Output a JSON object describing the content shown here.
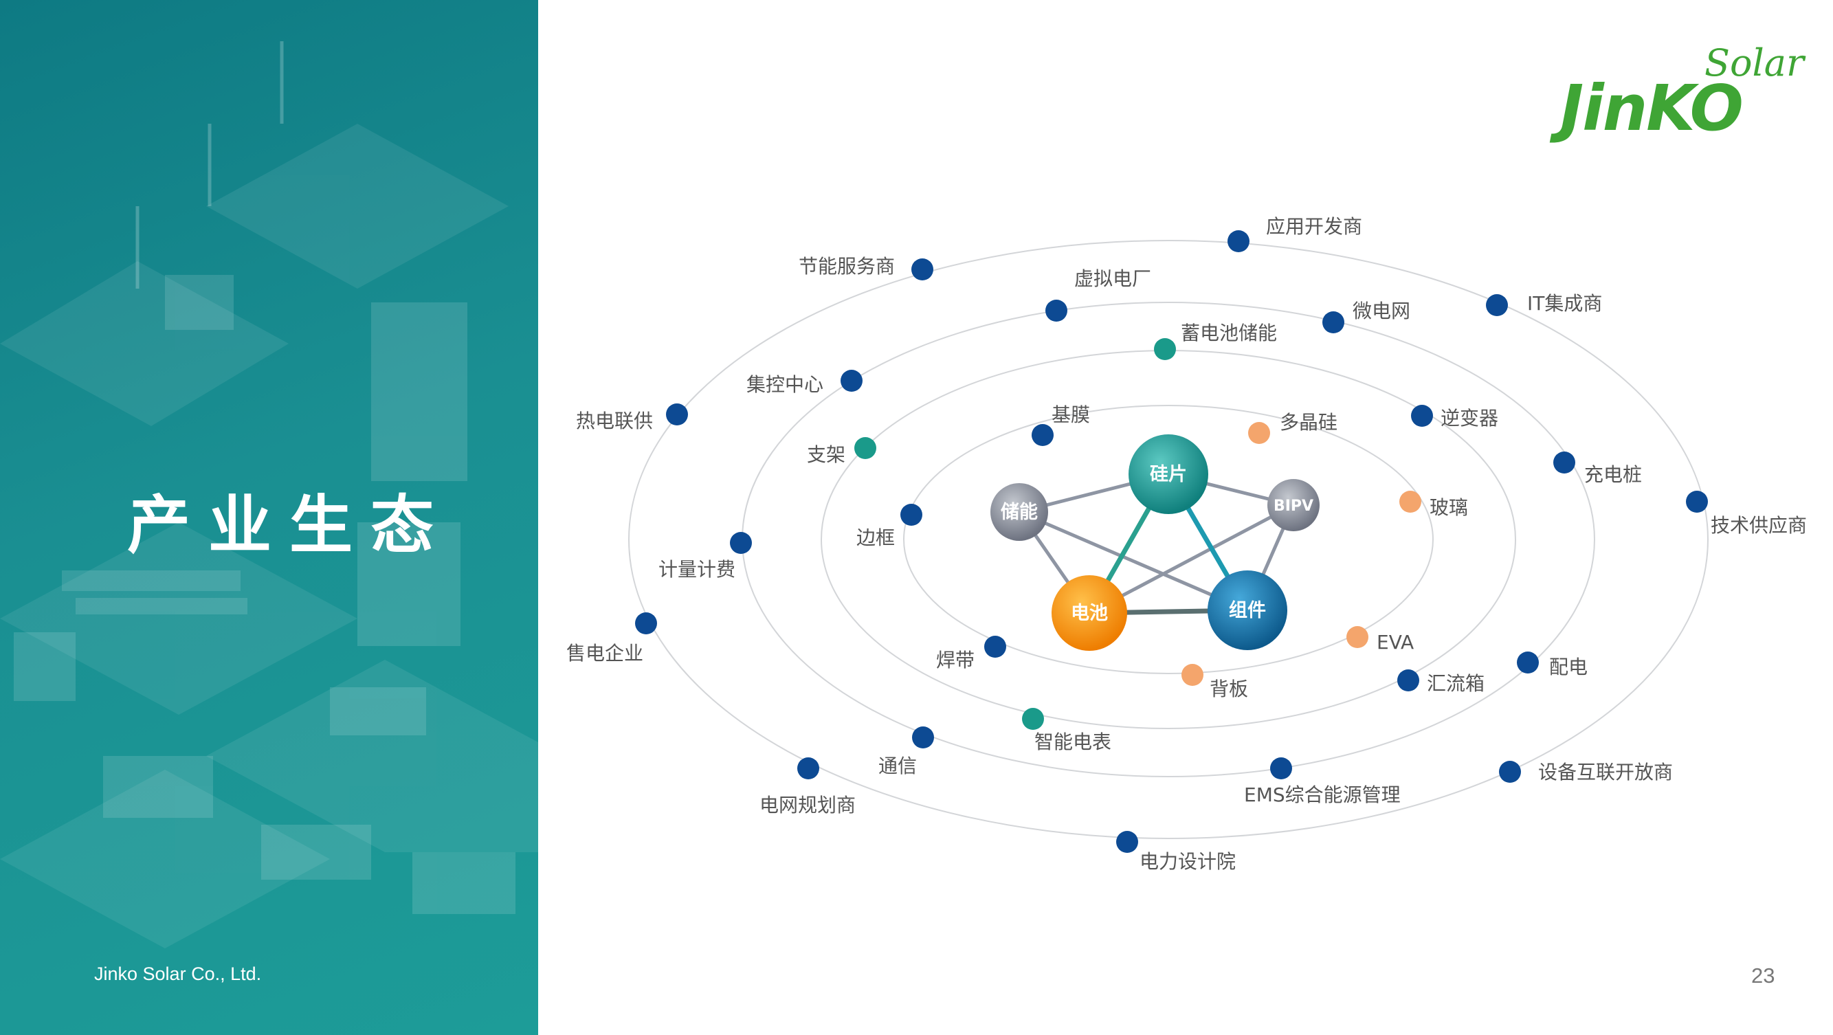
{
  "title": "产业生态",
  "company": "Jinko Solar Co., Ltd.",
  "page_number": "23",
  "logo": {
    "word": "JinKO",
    "script": "Solar"
  },
  "colors": {
    "panel": "#148685",
    "dark_node": "#0d4a93",
    "teal_node": "#1a9a8a",
    "orange_node": "#f4a56c",
    "logo_green": "#3fa535"
  },
  "core": {
    "nodes": [
      {
        "id": "silicon",
        "label": "硅片",
        "color": "#1f9d9a"
      },
      {
        "id": "storage",
        "label": "储能",
        "color": "#8a8f99"
      },
      {
        "id": "bipv",
        "label": "BIPV",
        "color": "#8a8f99"
      },
      {
        "id": "battery",
        "label": "电池",
        "color": "#f5920a"
      },
      {
        "id": "module",
        "label": "组件",
        "color": "#1572a6"
      }
    ]
  },
  "rings": {
    "ring1": [
      {
        "label": "基膜",
        "type": "dark"
      },
      {
        "label": "多晶硅",
        "type": "orange"
      },
      {
        "label": "玻璃",
        "type": "orange"
      },
      {
        "label": "EVA",
        "type": "orange"
      },
      {
        "label": "背板",
        "type": "orange"
      },
      {
        "label": "焊带",
        "type": "dark"
      },
      {
        "label": "边框",
        "type": "dark"
      }
    ],
    "ring2": [
      {
        "label": "蓄电池储能",
        "type": "teal"
      },
      {
        "label": "逆变器",
        "type": "dark"
      },
      {
        "label": "汇流箱",
        "type": "dark"
      },
      {
        "label": "智能电表",
        "type": "teal"
      },
      {
        "label": "支架",
        "type": "teal"
      }
    ],
    "ring3": [
      {
        "label": "虚拟电厂",
        "type": "dark"
      },
      {
        "label": "微电网",
        "type": "dark"
      },
      {
        "label": "充电桩",
        "type": "dark"
      },
      {
        "label": "配电",
        "type": "dark"
      },
      {
        "label": "EMS综合能源管理",
        "type": "dark"
      },
      {
        "label": "通信",
        "type": "dark"
      },
      {
        "label": "计量计费",
        "type": "dark"
      },
      {
        "label": "集控中心",
        "type": "dark"
      }
    ],
    "ring4": [
      {
        "label": "应用开发商",
        "type": "dark"
      },
      {
        "label": "IT集成商",
        "type": "dark"
      },
      {
        "label": "技术供应商",
        "type": "dark"
      },
      {
        "label": "设备互联开放商",
        "type": "dark"
      },
      {
        "label": "电力设计院",
        "type": "dark"
      },
      {
        "label": "电网规划商",
        "type": "dark"
      },
      {
        "label": "售电企业",
        "type": "dark"
      },
      {
        "label": "热电联供",
        "type": "dark"
      },
      {
        "label": "节能服务商",
        "type": "dark"
      }
    ]
  }
}
